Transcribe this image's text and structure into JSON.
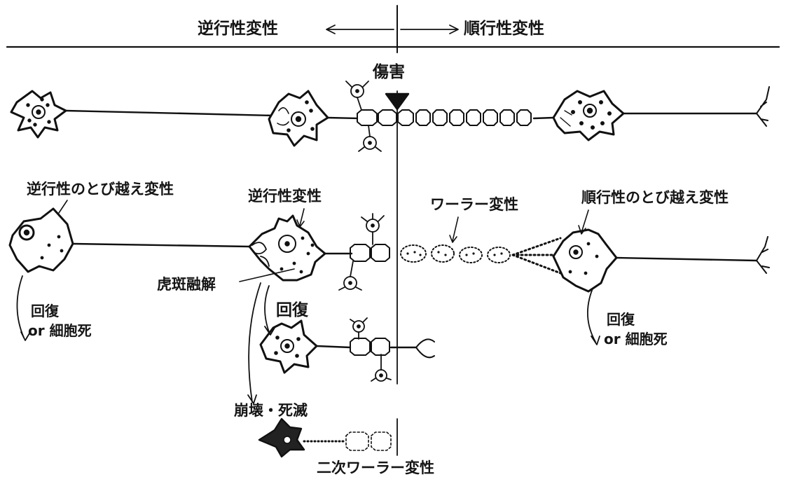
{
  "header": {
    "left": "逆行性変性",
    "right": "順行性変性"
  },
  "labels": {
    "injury": "傷害",
    "transneuronal_retrograde": "逆行性のとび越え変性",
    "retrograde": "逆行性変性",
    "wallerian": "ワーラー変性",
    "transneuronal_anterograde": "順行性のとび越え変性",
    "chromatolysis": "虎斑融解",
    "recovery_left_1": "回復",
    "recovery_left_2": "or 細胞死",
    "recovery_mid": "回復",
    "recovery_right_1": "回復",
    "recovery_right_2": "or 細胞死",
    "collapse": "崩壊・死滅",
    "secondary_wallerian": "二次ワーラー変性"
  },
  "colors": {
    "ink": "#111111",
    "paper": "#ffffff"
  }
}
